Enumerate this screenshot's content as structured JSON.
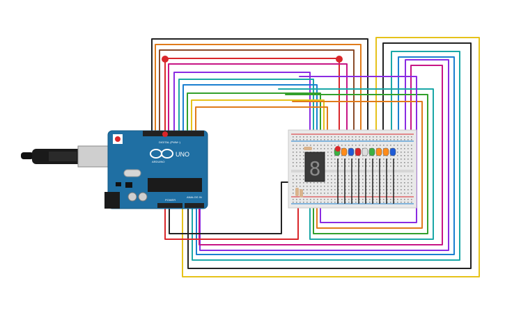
{
  "board": {
    "brand": "ARDUINO",
    "model": "UNO",
    "digital_label": "DIGITAL (PWM~)",
    "power_label": "POWER",
    "analog_label": "ANALOG IN"
  },
  "colors": {
    "canvas": "#ffffff",
    "arduino": "#1f6fa3",
    "breadboard": "#e9e9e9",
    "wire_black": "#222222",
    "wire_orange": "#e07b1a",
    "wire_brown": "#8a4b2a",
    "wire_red": "#d9262a",
    "wire_purple": "#8a2be2",
    "wire_teal": "#1aa7a7",
    "wire_blue": "#1a7fd0",
    "wire_green": "#33a02c",
    "wire_yellow": "#e6c21a",
    "wire_magenta": "#c71585"
  },
  "leds": [
    {
      "color": "green",
      "hex": "#3cb043"
    },
    {
      "color": "orange",
      "hex": "#ff8c1a"
    },
    {
      "color": "blue",
      "hex": "#1f5bd6"
    },
    {
      "color": "red",
      "hex": "#d9262a"
    },
    {
      "color": "white",
      "hex": "#dddddd"
    },
    {
      "color": "green",
      "hex": "#3cb043"
    },
    {
      "color": "orange",
      "hex": "#ff8c1a"
    },
    {
      "color": "orange",
      "hex": "#ff8c1a"
    },
    {
      "color": "blue",
      "hex": "#1f5bd6"
    }
  ],
  "seven_segment": {
    "digit": "8"
  }
}
